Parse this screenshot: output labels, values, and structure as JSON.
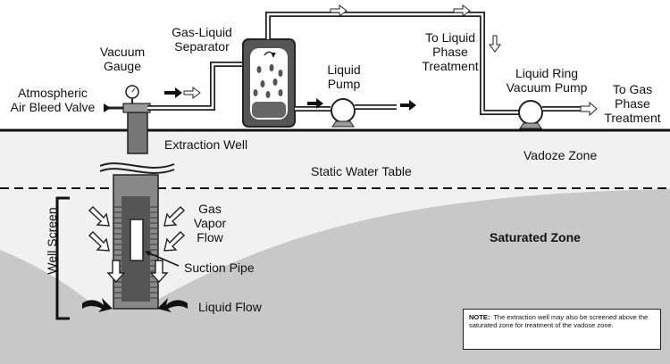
{
  "labels": {
    "atmospheric_air_bleed_valve": [
      "Atmospheric",
      "Air Bleed Valve"
    ],
    "vacuum_gauge": [
      "Vacuum",
      "Gauge"
    ],
    "gas_liquid_separator": [
      "Gas-Liquid",
      "Separator"
    ],
    "liquid_pump": [
      "Liquid",
      "Pump"
    ],
    "to_liquid_phase_treatment": [
      "To Liquid",
      "Phase",
      "Treatment"
    ],
    "liquid_ring_vacuum_pump": [
      "Liquid Ring",
      "Vacuum Pump"
    ],
    "to_gas_phase_treatment": [
      "To Gas",
      "Phase",
      "Treatment"
    ],
    "extraction_well": "Extraction Well",
    "vadoze_zone": "Vadoze Zone",
    "static_water_table": "Static Water Table",
    "gas_vapor_flow": [
      "Gas",
      "Vapor",
      "Flow"
    ],
    "saturated_zone": "Saturated Zone",
    "suction_pipe": "Suction Pipe",
    "well_screen": "Well Screen",
    "liquid_flow": "Liquid Flow"
  },
  "note": {
    "title": "NOTE:",
    "text": "The extraction well may also be screened above the saturated zone for treatment of the vadose zone."
  }
}
